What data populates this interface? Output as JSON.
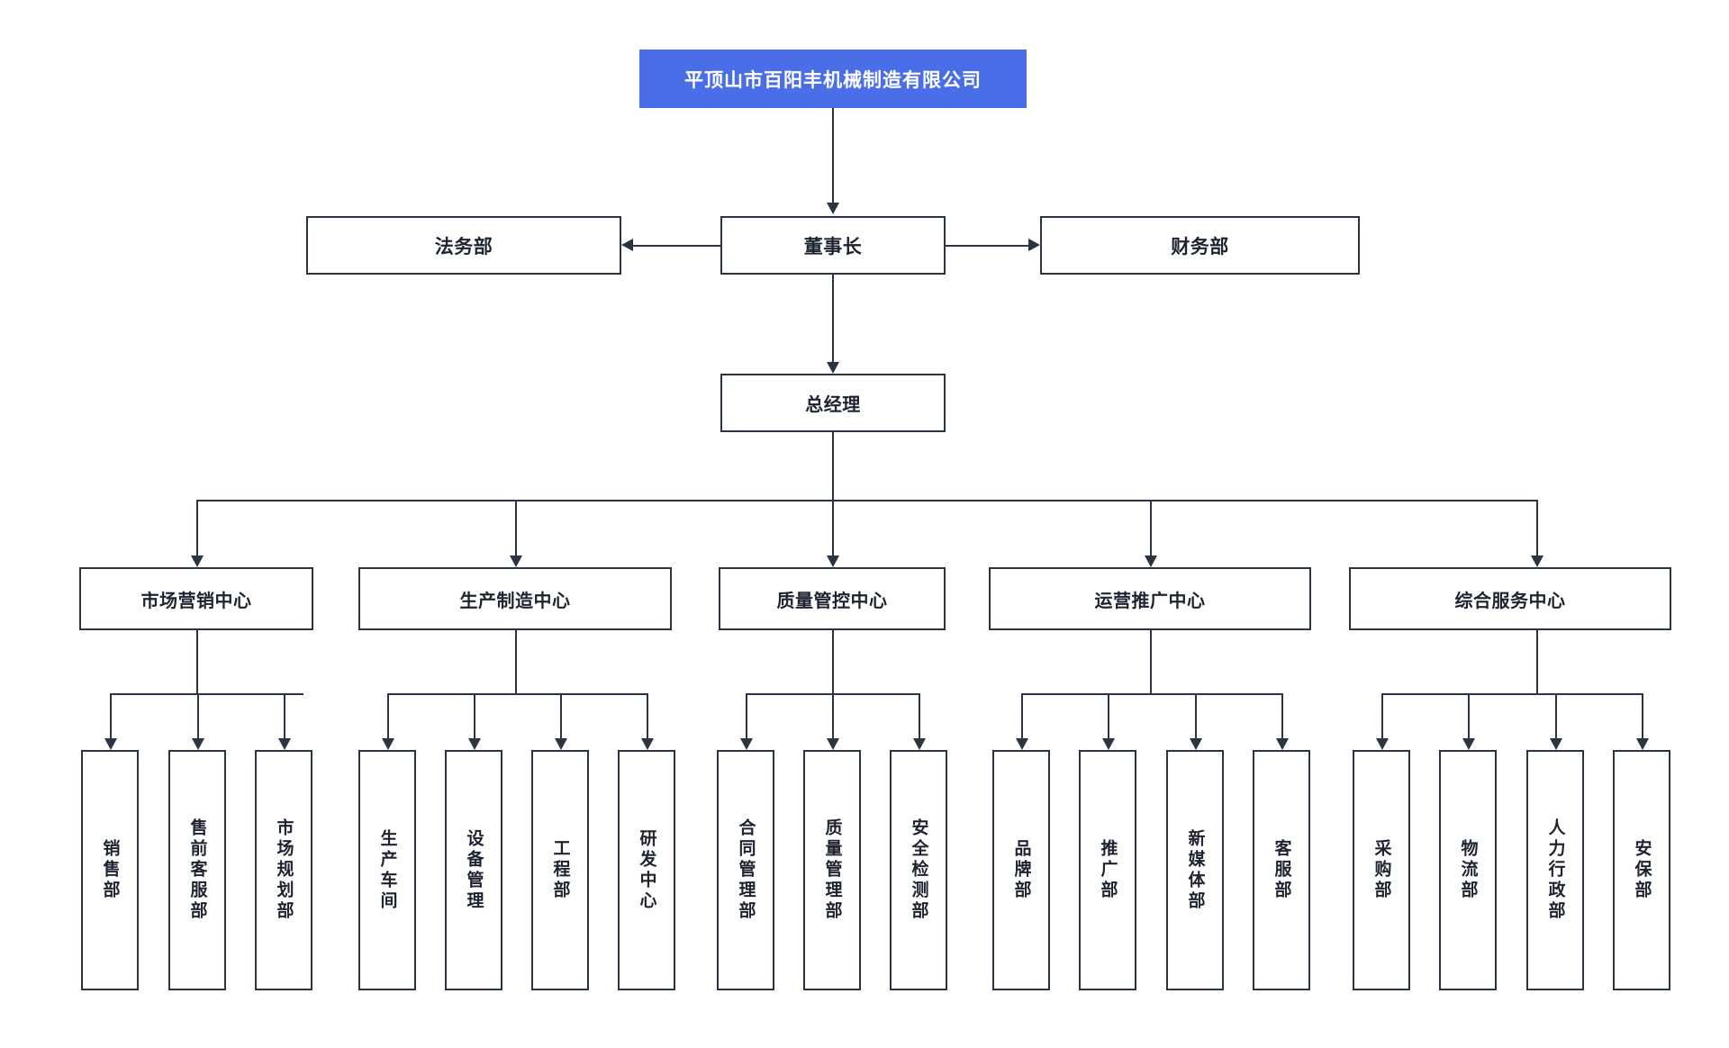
{
  "chart": {
    "title": "平顶山市百阳丰机械制造有限公司",
    "accent_color": "#4a6ee8",
    "line_color": "#2b3442",
    "box_fill": "#ffffff",
    "title_text_color": "#ffffff"
  },
  "levels": {
    "executive": {
      "chairman": "董事长",
      "left_staff": "法务部",
      "right_staff": "财务部",
      "general_manager": "总经理"
    },
    "centers": [
      {
        "label": "市场营销中心",
        "departments": [
          "销售部",
          "售前客服部",
          "市场规划部"
        ]
      },
      {
        "label": "生产制造中心",
        "departments": [
          "生产车间",
          "设备管理",
          "工程部",
          "研发中心"
        ]
      },
      {
        "label": "质量管控中心",
        "departments": [
          "合同管理部",
          "质量管理部",
          "安全检测部"
        ]
      },
      {
        "label": "运营推广中心",
        "departments": [
          "品牌部",
          "推广部",
          "新媒体部",
          "客服部"
        ]
      },
      {
        "label": "综合服务中心",
        "departments": [
          "采购部",
          "物流部",
          "人力行政部",
          "安保部"
        ]
      }
    ]
  }
}
